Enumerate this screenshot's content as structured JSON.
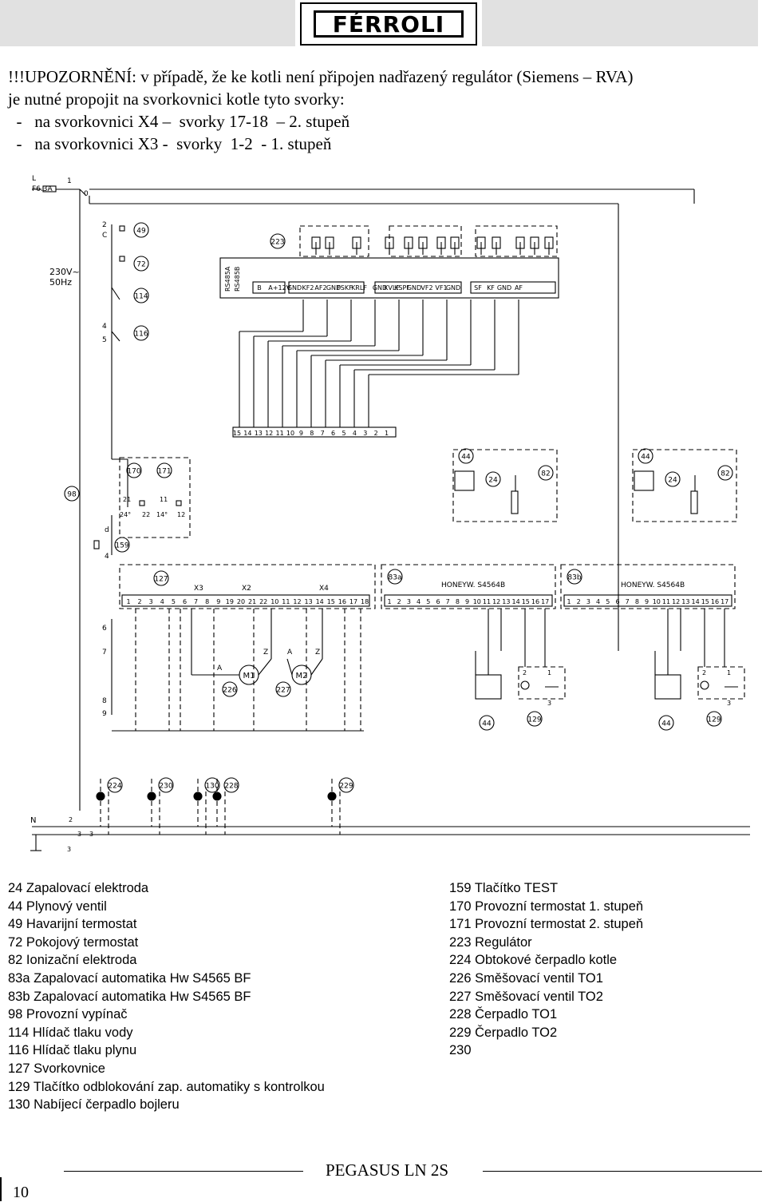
{
  "brand": {
    "logo_text": "FÉRROLI"
  },
  "warning": {
    "lines": [
      "!!!UPOZORNĚNÍ: v případě, že ke kotli není připojen nadřazený regulátor (Siemens – RVA)",
      "je nutné propojit na svorkovnici kotle tyto svorky:",
      "  -   na svorkovnici X4 –  svorky 17-18  – 2. stupeň",
      "  -   na svorkovnici X3 -  svorky  1-2  - 1. stupeň"
    ]
  },
  "diagram": {
    "fuse": "F6.3A",
    "supply": [
      "230V~",
      "50Hz"
    ],
    "neutral": "N",
    "component_refs": [
      "49",
      "72",
      "114",
      "116",
      "98",
      "170",
      "171",
      "159",
      "127",
      "223",
      "83a",
      "83b",
      "44",
      "24",
      "82",
      "129",
      "226",
      "227",
      "224",
      "230",
      "130",
      "228",
      "229"
    ],
    "controller_labels": [
      "RS485A",
      "RS485B",
      "B",
      "A",
      "+12V",
      "GND",
      "KF2",
      "AF2",
      "GND",
      "FSKF",
      "KRLF",
      "GND",
      "KVLF",
      "KSPF",
      "GND",
      "VF2",
      "VF1",
      "GND",
      "SF",
      "KF",
      "GND",
      "AF"
    ],
    "controller_terminals": [
      "15",
      "14",
      "13",
      "12",
      "11",
      "10",
      "9",
      "8",
      "7",
      "6",
      "5",
      "4",
      "3",
      "2",
      "1"
    ],
    "terminal_groups": [
      "X3",
      "X2",
      "X4"
    ],
    "terminals_127": [
      "1",
      "2",
      "3",
      "4",
      "5",
      "6",
      "7",
      "8",
      "9",
      "19",
      "20",
      "21",
      "22",
      "10",
      "11",
      "12",
      "13",
      "14",
      "15",
      "16",
      "17",
      "18"
    ],
    "automat_model": "HONEYW.  S4564B",
    "automat_terminals": [
      "1",
      "2",
      "3",
      "4",
      "5",
      "6",
      "7",
      "8",
      "9",
      "10",
      "11",
      "12",
      "13",
      "14",
      "15",
      "16",
      "17"
    ],
    "motors": [
      "M1",
      "M2"
    ],
    "motor_pins": [
      "A",
      "Z"
    ],
    "thermostat_terms": [
      "21",
      "24°",
      "22",
      "11",
      "14°",
      "12"
    ],
    "switch_terms": [
      "d",
      "4"
    ],
    "side_terms": [
      "1",
      "0",
      "2",
      "C",
      "4",
      "5",
      "6",
      "7",
      "8",
      "9",
      "2",
      "3",
      "3",
      "6",
      "3"
    ],
    "test_terms": [
      "1",
      "2",
      "3"
    ]
  },
  "legend": {
    "left": [
      "24 Zapalovací elektroda",
      "44 Plynový ventil",
      "49 Havarijní termostat",
      "72 Pokojový termostat",
      "82 Ionizační elektroda",
      "83a Zapalovací automatika Hw S4565 BF",
      "83b Zapalovací automatika Hw S4565 BF",
      "98 Provozní vypínač",
      "114 Hlídač tlaku vody",
      "116 Hlídač tlaku plynu",
      "127 Svorkovnice",
      "129 Tlačítko odblokování zap. automatiky s kontrolkou",
      "130 Nabíjecí čerpadlo bojleru"
    ],
    "right": [
      "159 Tlačítko TEST",
      "170 Provozní termostat 1. stupeň",
      "171 Provozní termostat 2. stupeň",
      "223 Regulátor",
      "224 Obtokové čerpadlo kotle",
      "226 Směšovací ventil TO1",
      "227 Směšovací ventil TO2",
      "228 Čerpadlo TO1",
      "229 Čerpadlo TO2",
      "230"
    ]
  },
  "footer": {
    "title": "PEGASUS LN 2S",
    "page": "10"
  }
}
